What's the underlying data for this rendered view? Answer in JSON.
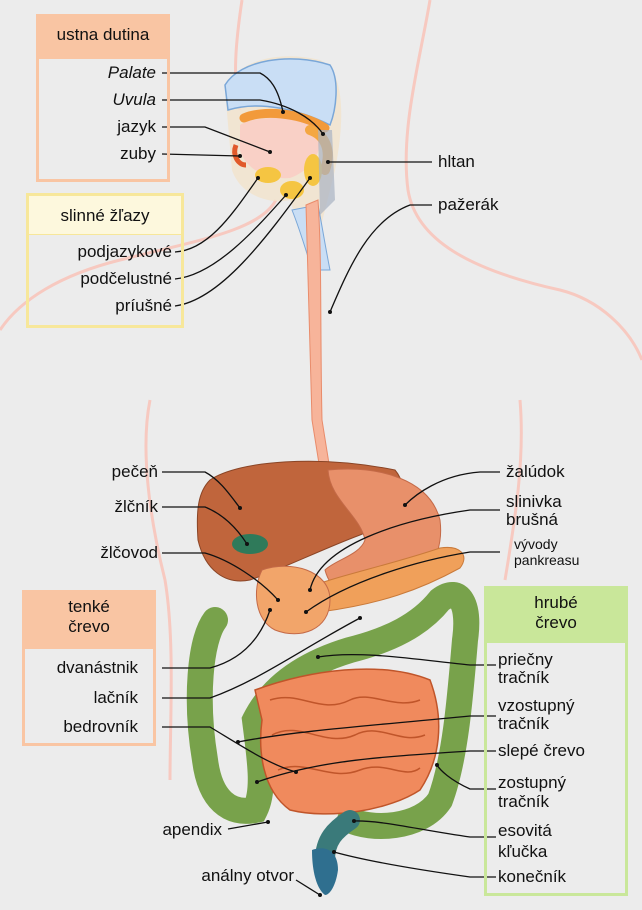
{
  "groups": {
    "mouth": {
      "title": "ustna dutina",
      "color": "#f9c5a3"
    },
    "glands": {
      "title": "slinné žľazy",
      "color": "#f7e79a"
    },
    "small_intestine": {
      "title": "tenké\nčrevo",
      "title_line1": "tenké",
      "title_line2": "črevo",
      "color": "#f9c5a3"
    },
    "large_intestine": {
      "title_line1": "hrubé",
      "title_line2": "črevo",
      "color": "#c9e79a"
    }
  },
  "labels": {
    "palate": "Palate",
    "uvula": "Uvula",
    "jazyk": "jazyk",
    "zuby": "zuby",
    "hltan": "hltan",
    "pazerak": "pažerák",
    "podjazykove": "podjazykové",
    "podcelustne": "podčelustné",
    "priusne": "príušné",
    "pecen": "pečeň",
    "zlcnik": "žlčník",
    "zlcovod": "žlčovod",
    "zaludok": "žalúdok",
    "slinivka_1": "slinivka",
    "slinivka_2": "brušná",
    "vyvody_1": "vývody",
    "vyvody_2": "pankreasu",
    "dvanastnik": "dvanástnik",
    "lacnik": "lačník",
    "bedrovnik": "bedrovník",
    "priecny_1": "priečny",
    "priecny_2": "tračník",
    "vzostupny_1": "vzostupný",
    "vzostupny_2": "tračník",
    "slepe": "slepé črevo",
    "zostupny_1": "zostupný",
    "zostupny_2": "tračník",
    "esovita_1": "esovitá",
    "esovita_2": "kľučka",
    "konecnik": "konečník",
    "apendix": "apendix",
    "analny": "análny otvor"
  },
  "colors": {
    "background": "#ececec",
    "body_outline": "#f7c9c0",
    "esophagus": "#f7b49a",
    "liver": "#c0653c",
    "stomach": "#e8906a",
    "small_intestine": "#f08a5d",
    "colon": "#6b9a3a",
    "gallbladder": "#2f7a5a",
    "rectum": "#2f7a8a"
  }
}
